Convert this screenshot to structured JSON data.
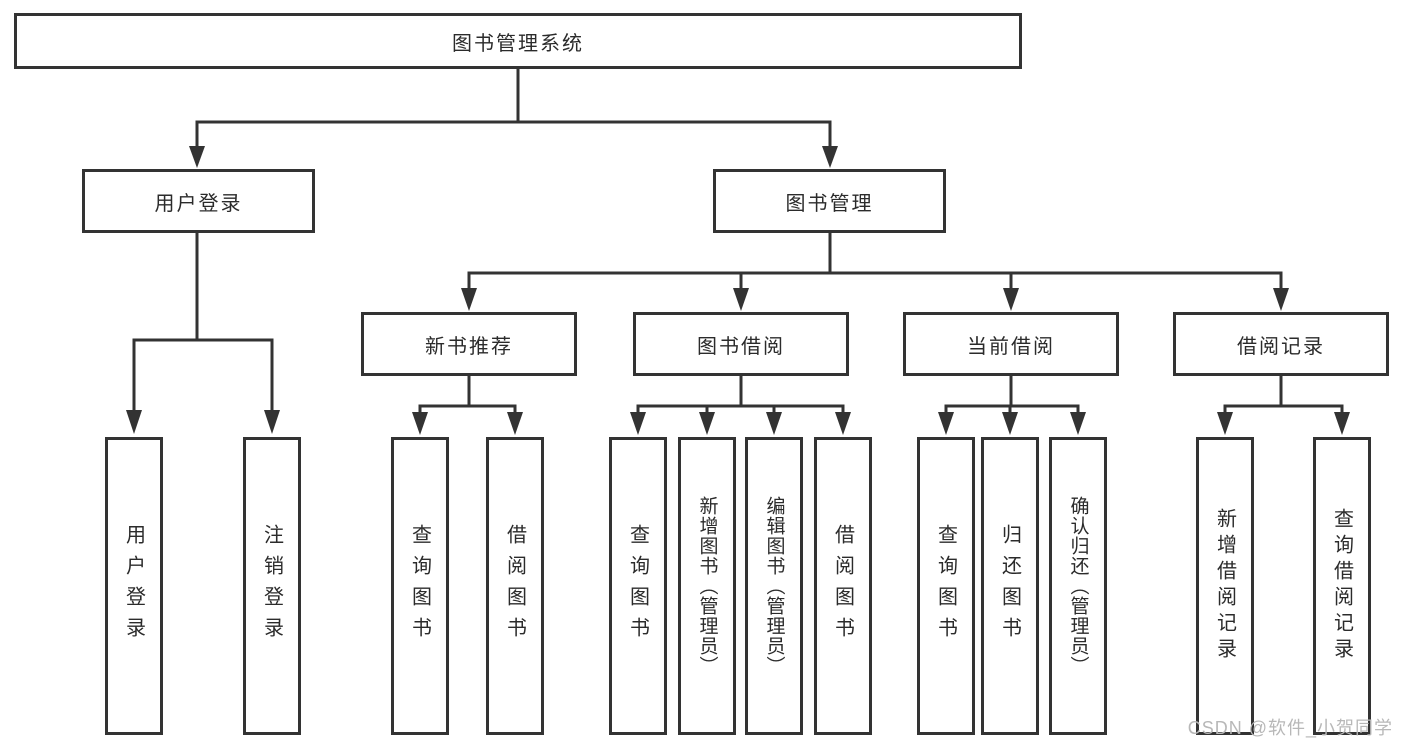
{
  "colors": {
    "line": "#333333",
    "text": "#2b2b2b",
    "watermark_text": "#b8b8b8",
    "background": "#ffffff"
  },
  "watermark": {
    "text": "CSDN @软件_小贺同学"
  },
  "diagram": {
    "root": {
      "label": "图书管理系统"
    },
    "branches": {
      "user_login": {
        "label": "用户登录",
        "children": {
          "login": {
            "label": "用户登录"
          },
          "logout": {
            "label": "注销登录"
          }
        }
      },
      "book_mgmt": {
        "label": "图书管理",
        "sections": {
          "new_book": {
            "label": "新书推荐",
            "children": {
              "query": {
                "label": "查询图书"
              },
              "borrow": {
                "label": "借阅图书"
              }
            }
          },
          "book_borrow": {
            "label": "图书借阅",
            "children": {
              "query": {
                "label": "查询图书"
              },
              "add": {
                "label": "新增图书（管理员）"
              },
              "edit": {
                "label": "编辑图书（管理员）"
              },
              "borrow": {
                "label": "借阅图书"
              }
            }
          },
          "current_borrow": {
            "label": "当前借阅",
            "children": {
              "query": {
                "label": "查询图书"
              },
              "return": {
                "label": "归还图书"
              },
              "confirm": {
                "label": "确认归还（管理员）"
              }
            }
          },
          "borrow_records": {
            "label": "借阅记录",
            "children": {
              "add": {
                "label": "新增借阅记录"
              },
              "query": {
                "label": "查询借阅记录"
              }
            }
          }
        }
      }
    }
  }
}
